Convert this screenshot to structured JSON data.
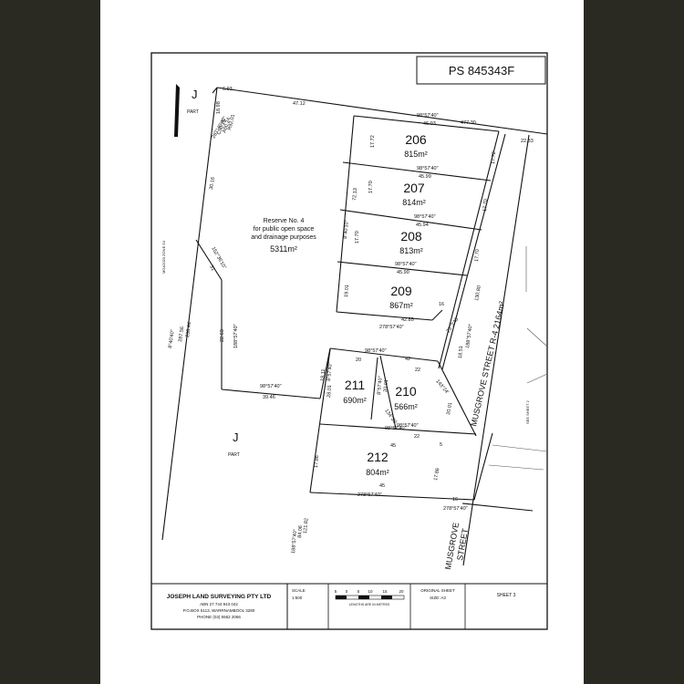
{
  "plan_number": "PS 845343F",
  "parcel_j": {
    "label": "J",
    "part": "PART"
  },
  "reserve": {
    "line1": "Reserve No. 4",
    "line2": "for public open space",
    "line3": "and drainage purposes",
    "area": "5311m²"
  },
  "lots": [
    {
      "number": "206",
      "area": "815m²"
    },
    {
      "number": "207",
      "area": "814m²"
    },
    {
      "number": "208",
      "area": "813m²"
    },
    {
      "number": "209",
      "area": "867m²"
    },
    {
      "number": "210",
      "area": "566m²"
    },
    {
      "number": "211",
      "area": "690m²"
    },
    {
      "number": "212",
      "area": "804m²"
    }
  ],
  "road": {
    "name_area": "MUSGROVE STREET  R-4  2164m²",
    "name": "MUSGROVE",
    "suffix": "STREET",
    "see_sheet": "SEE SHEET 2"
  },
  "zone_note": "MGA2020 ZONE 54",
  "dimensions": {
    "d693": "6.93",
    "d4712": "47.12",
    "bearing_top": "98°57'40\"",
    "d47730": "477.30",
    "d2233": "22.33",
    "d1898": "18.98",
    "arc1": "287°40'40\"",
    "arc2": "C50.15",
    "arc3": "A50.24",
    "arc4": "R92.01",
    "d3016": "30.16",
    "d1772a": "17.72",
    "d4603": "46.03",
    "d1772b": "17.72",
    "d9857a": "98°57'40\"",
    "d4599": "45.99",
    "d1770a": "17.70",
    "d7213": "72.13",
    "d1770b": "17.70",
    "d9857b": "98°57'40\"",
    "d4594": "45.94",
    "d84010": "8°40'10\"",
    "d1770c": "17.70",
    "d1770d": "17.70",
    "d9857c": "98°57'40\"",
    "d4590": "45.90",
    "d1901": "19.01",
    "d13080": "130.80",
    "d16": "16",
    "d4285": "42.85",
    "d2785740": "278°57'40\"",
    "d23346": "23°3'46\"",
    "d1851": "18.51",
    "d18857": "188°57'40\"",
    "d15236": "152°36'10\"",
    "d31": "31",
    "d28757": "287.56",
    "d23844": "238.44",
    "d84040": "8°40'40\"",
    "d2263": "22.63",
    "d18857b": "188°57'40\"",
    "d9857d": "98°57'40\"",
    "d42": "42",
    "d20a": "20",
    "d22a": "22",
    "d1811": "18.11",
    "d85740": "8°57'40\"",
    "d2801": "28.01",
    "d857b": "8°57'40\"",
    "d2001a": "20.01",
    "d2001b": "20.01",
    "d14324": "143°24'",
    "d13436": "134°36'",
    "d9857e": "98°57'40\"",
    "d3946": "39.46",
    "d9857f": "98°57'40\"",
    "d9857g": "98°57'40\"",
    "d22b": "22",
    "d45a": "45",
    "d5": "5",
    "d1786a": "17.86",
    "d1786b": "17.86",
    "d45b": "45",
    "d2785740b": "278°57'40\"",
    "d16b": "16",
    "d2785740c": "278°57'40\"",
    "d12182": "121.82",
    "d18857c": "188°57'40\"",
    "d8406": "84.06"
  },
  "title_block": {
    "company": "JOSEPH LAND SURVEYING PTY LTD",
    "abn": "ABN 27 744 943 042",
    "po_box": "P.O.BOX 5113, WARRNAMBOOL 3280",
    "phone": "PHONE (03) 5562 2066",
    "scale_label": "SCALE",
    "scale_value": "1:500",
    "scale_ticks": [
      "5",
      "0",
      "5",
      "10",
      "15",
      "20"
    ],
    "scale_units": "LENGTHS ARE IN METRES",
    "original_sheet_label": "ORIGINAL SHEET",
    "original_sheet_size": "SIZE: A3",
    "sheet": "SHEET 3"
  }
}
